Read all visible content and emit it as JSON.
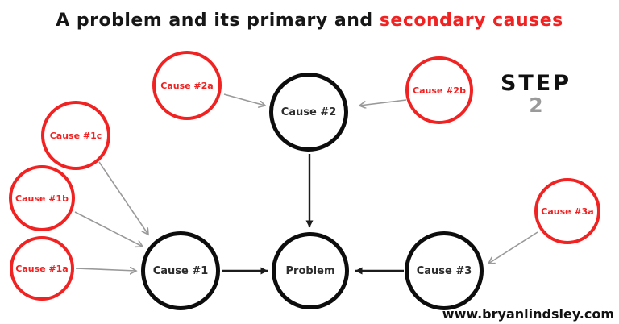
{
  "title": {
    "prefix": "A problem and its primary and ",
    "highlight": "secondary causes"
  },
  "step": {
    "label": "STEP",
    "number": "2"
  },
  "watermark": "www.bryanlindsley.com",
  "colors": {
    "secondary_red": "#f02222",
    "primary_black": "#1c1c1c",
    "arrow_gray": "#999999",
    "step_number_gray": "#9a9a9a"
  },
  "nodes": {
    "cause2a": {
      "label": "Cause #2a",
      "type": "secondary"
    },
    "cause2": {
      "label": "Cause #2",
      "type": "primary"
    },
    "cause2b": {
      "label": "Cause #2b",
      "type": "secondary"
    },
    "cause1c": {
      "label": "Cause #1c",
      "type": "secondary"
    },
    "cause1b": {
      "label": "Cause #1b",
      "type": "secondary"
    },
    "cause1a": {
      "label": "Cause #1a",
      "type": "secondary"
    },
    "cause1": {
      "label": "Cause #1",
      "type": "primary"
    },
    "problem": {
      "label": "Problem",
      "type": "primary"
    },
    "cause3": {
      "label": "Cause #3",
      "type": "primary"
    },
    "cause3a": {
      "label": "Cause #3a",
      "type": "secondary"
    }
  }
}
